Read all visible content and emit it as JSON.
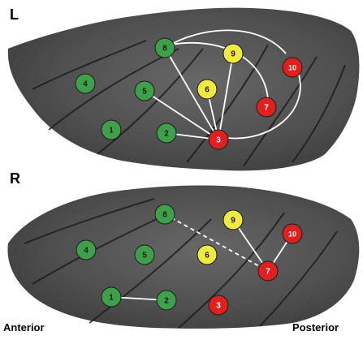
{
  "panels": [
    {
      "id": "left",
      "letter": "L",
      "nodes": [
        {
          "label": "1",
          "color": "green"
        },
        {
          "label": "2",
          "color": "green"
        },
        {
          "label": "3",
          "color": "red"
        },
        {
          "label": "4",
          "color": "green"
        },
        {
          "label": "5",
          "color": "green"
        },
        {
          "label": "6",
          "color": "yellow"
        },
        {
          "label": "7",
          "color": "red"
        },
        {
          "label": "8",
          "color": "green"
        },
        {
          "label": "9",
          "color": "yellow"
        },
        {
          "label": "10",
          "color": "red"
        }
      ],
      "edges": [
        {
          "from": "8",
          "to": "3",
          "style": "solid"
        },
        {
          "from": "5",
          "to": "3",
          "style": "solid"
        },
        {
          "from": "2",
          "to": "3",
          "style": "solid"
        },
        {
          "from": "6",
          "to": "3",
          "style": "solid"
        },
        {
          "from": "9",
          "to": "3",
          "style": "solid"
        },
        {
          "from": "8",
          "to": "10",
          "style": "solid"
        },
        {
          "from": "8",
          "to": "7",
          "style": "solid"
        },
        {
          "from": "10",
          "to": "3",
          "style": "solid"
        }
      ]
    },
    {
      "id": "right",
      "letter": "R",
      "nodes": [
        {
          "label": "1",
          "color": "green"
        },
        {
          "label": "2",
          "color": "green"
        },
        {
          "label": "3",
          "color": "red"
        },
        {
          "label": "4",
          "color": "green"
        },
        {
          "label": "5",
          "color": "green"
        },
        {
          "label": "6",
          "color": "yellow"
        },
        {
          "label": "7",
          "color": "red"
        },
        {
          "label": "8",
          "color": "green"
        },
        {
          "label": "9",
          "color": "yellow"
        },
        {
          "label": "10",
          "color": "red"
        }
      ],
      "edges": [
        {
          "from": "1",
          "to": "2",
          "style": "solid"
        },
        {
          "from": "8",
          "to": "7",
          "style": "dashed"
        },
        {
          "from": "9",
          "to": "7",
          "style": "solid"
        },
        {
          "from": "10",
          "to": "7",
          "style": "solid"
        }
      ]
    }
  ],
  "labels": {
    "anterior": "Anterior",
    "posterior": "Posterior"
  },
  "colors": {
    "green": "#3fa04a",
    "red": "#e0201f",
    "yellow": "#f0ea40",
    "edge": "#ffffff",
    "background": "#ffffff",
    "organ": "#3a3a3a"
  }
}
